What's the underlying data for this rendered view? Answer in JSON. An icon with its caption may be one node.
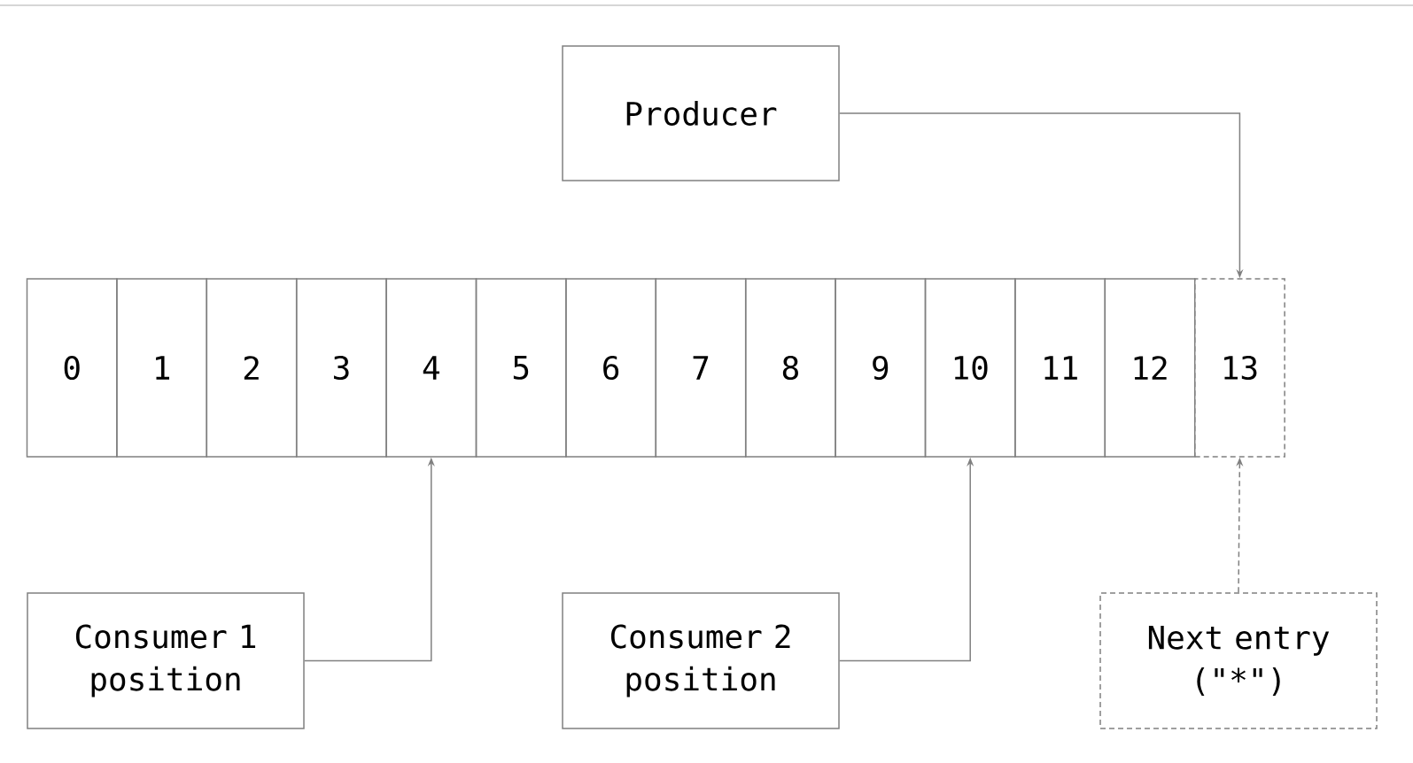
{
  "diagram": {
    "nodes": [
      {
        "text": [
          "Producer"
        ]
      },
      {
        "text": [
          "0"
        ]
      },
      {
        "text": [
          "1"
        ]
      },
      {
        "text": [
          "2"
        ]
      },
      {
        "text": [
          "3"
        ]
      },
      {
        "text": [
          "4"
        ]
      },
      {
        "text": [
          "5"
        ]
      },
      {
        "text": [
          "6"
        ]
      },
      {
        "text": [
          "7"
        ]
      },
      {
        "text": [
          "8"
        ]
      },
      {
        "text": [
          "9"
        ]
      },
      {
        "text": [
          "10"
        ]
      },
      {
        "text": [
          "11"
        ]
      },
      {
        "text": [
          "12"
        ]
      },
      {
        "text": [
          "13"
        ]
      },
      {
        "text": [
          "Consumer 1 position"
        ]
      },
      {
        "text": [
          "Consumer 2 position"
        ]
      },
      {
        "text": [
          "Next entry (\"*\")"
        ]
      }
    ],
    "edges": [
      {
        "from": 0,
        "to": 14,
        "arrow": "to"
      },
      {
        "from": 15,
        "to": 5,
        "arrow": "to"
      },
      {
        "from": 16,
        "to": 11,
        "arrow": "to"
      },
      {
        "from": 17,
        "to": 14,
        "arrow": "to",
        "style": "dashed"
      }
    ]
  }
}
